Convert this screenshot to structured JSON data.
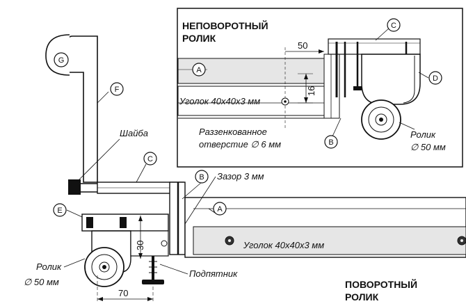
{
  "detail": {
    "title_line1": "НЕПОВОРОТНЫЙ",
    "title_line2": "РОЛИК",
    "dim_50": "50",
    "dim_16": "16",
    "angle_label": "Уголок 40х40х3 мм",
    "hole_line1": "Раззенкованное",
    "hole_line2": "отверстие ∅ 6 мм",
    "wheel_line1": "Ролик",
    "wheel_line2": "∅ 50 мм"
  },
  "main": {
    "washer_label": "Шайба",
    "gap_label": "Зазор 3 мм",
    "angle_label": "Уголок 40х40х3 мм",
    "dim_30": "30",
    "dim_70": "70",
    "wheel_line1": "Ролик",
    "wheel_line2": "∅ 50 мм",
    "pad_label": "Подпятник",
    "title_line1": "ПОВОРОТНЫЙ",
    "title_line2": "РОЛИК"
  },
  "callouts": {
    "A": "A",
    "B": "B",
    "C": "C",
    "D": "D",
    "E": "E",
    "F": "F",
    "G": "G"
  }
}
